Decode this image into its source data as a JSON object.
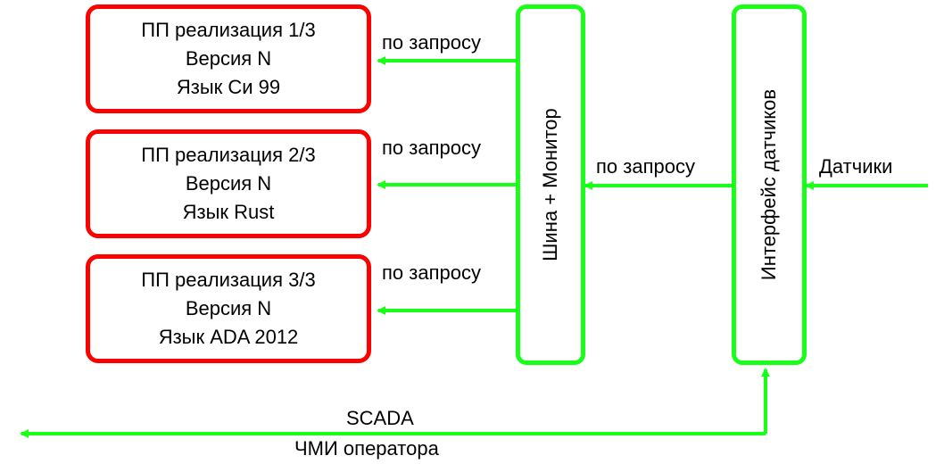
{
  "colors": {
    "implementation_border": "#ff0000",
    "bus_border": "#1aff1a",
    "arrow": "#1aff1a"
  },
  "implementations": [
    {
      "title": "ПП реализация 1/3",
      "version": "Версия N",
      "language": "Язык Си 99"
    },
    {
      "title": "ПП реализация 2/3",
      "version": "Версия N",
      "language": "Язык Rust"
    },
    {
      "title": "ПП реализация 3/3",
      "version": "Версия N",
      "language": "Язык ADA 2012"
    }
  ],
  "bus_monitor": {
    "label": "Шина + Монитор"
  },
  "sensor_interface": {
    "label": "Интерфейс датчиков"
  },
  "edge_labels": {
    "request_1": "по запросу",
    "request_2": "по запросу",
    "request_3": "по запросу",
    "request_bus": "по запросу",
    "sensors": "Датчики",
    "scada": "SCADA",
    "operator_hmi": "ЧМИ  оператора"
  }
}
